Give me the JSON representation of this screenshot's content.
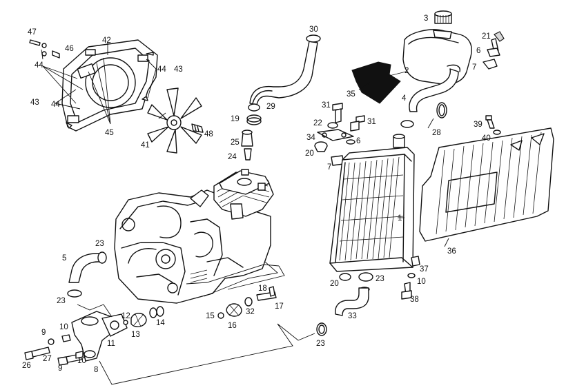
{
  "labels": [
    "1",
    "2",
    "3",
    "4",
    "5",
    "6",
    "6",
    "7",
    "7",
    "8",
    "9",
    "9",
    "10",
    "10",
    "10",
    "11",
    "12",
    "13",
    "14",
    "15",
    "16",
    "17",
    "18",
    "19",
    "20",
    "20",
    "21",
    "22",
    "23",
    "23",
    "23",
    "23",
    "24",
    "25",
    "26",
    "27",
    "28",
    "29",
    "30",
    "31",
    "31",
    "32",
    "33",
    "34",
    "35",
    "36",
    "37",
    "38",
    "39",
    "40",
    "41",
    "42",
    "43",
    "43",
    "44",
    "44",
    "44",
    "45",
    "46",
    "47",
    "48"
  ]
}
